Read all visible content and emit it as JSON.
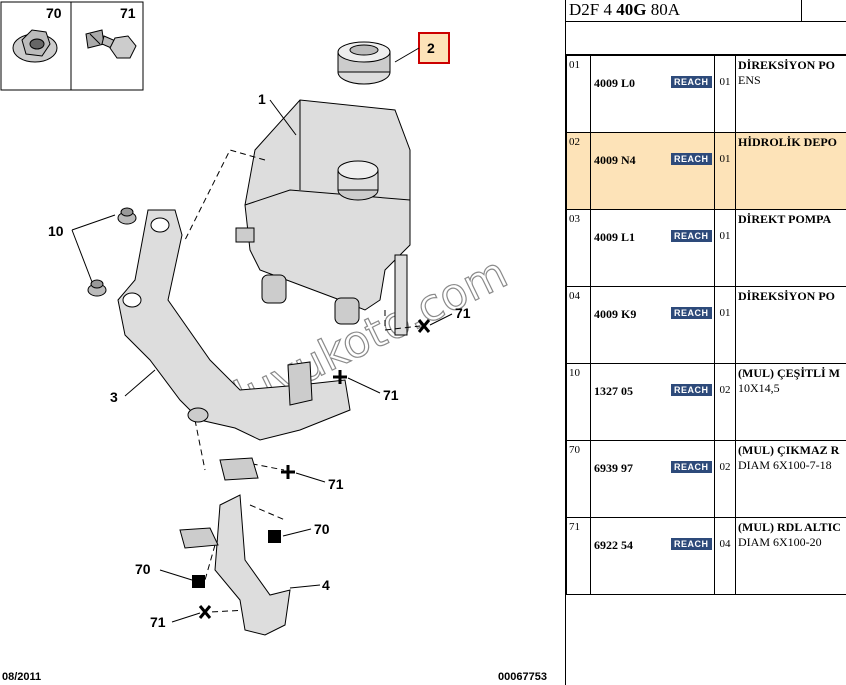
{
  "diagram": {
    "part_labels": [
      "70",
      "71",
      "2",
      "1",
      "10",
      "3",
      "71",
      "71",
      "71",
      "70",
      "70",
      "4",
      "71"
    ],
    "date_code": "08/2011",
    "drawing_number": "00067753",
    "watermark": "duyukoto.com"
  },
  "parts_list": {
    "header": {
      "prefix": "D2F 4 ",
      "bold": "40G",
      "suffix": " 80A"
    },
    "rows": [
      {
        "no": "01",
        "ref": "4009 L0",
        "badge": "REACH",
        "qty": "01",
        "name": "DİREKSİYON PO",
        "detail": "ENS",
        "selected": false
      },
      {
        "no": "02",
        "ref": "4009 N4",
        "badge": "REACH",
        "qty": "01",
        "name": "HİDROLİK DEPO",
        "detail": "",
        "selected": true
      },
      {
        "no": "03",
        "ref": "4009 L1",
        "badge": "REACH",
        "qty": "01",
        "name": "DİREKT POMPA",
        "detail": "",
        "selected": false
      },
      {
        "no": "04",
        "ref": "4009 K9",
        "badge": "REACH",
        "qty": "01",
        "name": "DİREKSİYON PO",
        "detail": "",
        "selected": false
      },
      {
        "no": "10",
        "ref": "1327 05",
        "badge": "REACH",
        "qty": "02",
        "name": "(MUL) ÇEŞİTLİ M",
        "detail": "10X14,5",
        "selected": false
      },
      {
        "no": "70",
        "ref": "6939 97",
        "badge": "REACH",
        "qty": "02",
        "name": "(MUL) ÇIKMAZ R",
        "detail": "DIAM 6X100-7-18",
        "selected": false
      },
      {
        "no": "71",
        "ref": "6922 54",
        "badge": "REACH",
        "qty": "04",
        "name": "(MUL) RDL ALTIC",
        "detail": "DIAM 6X100-20",
        "selected": false
      }
    ]
  }
}
